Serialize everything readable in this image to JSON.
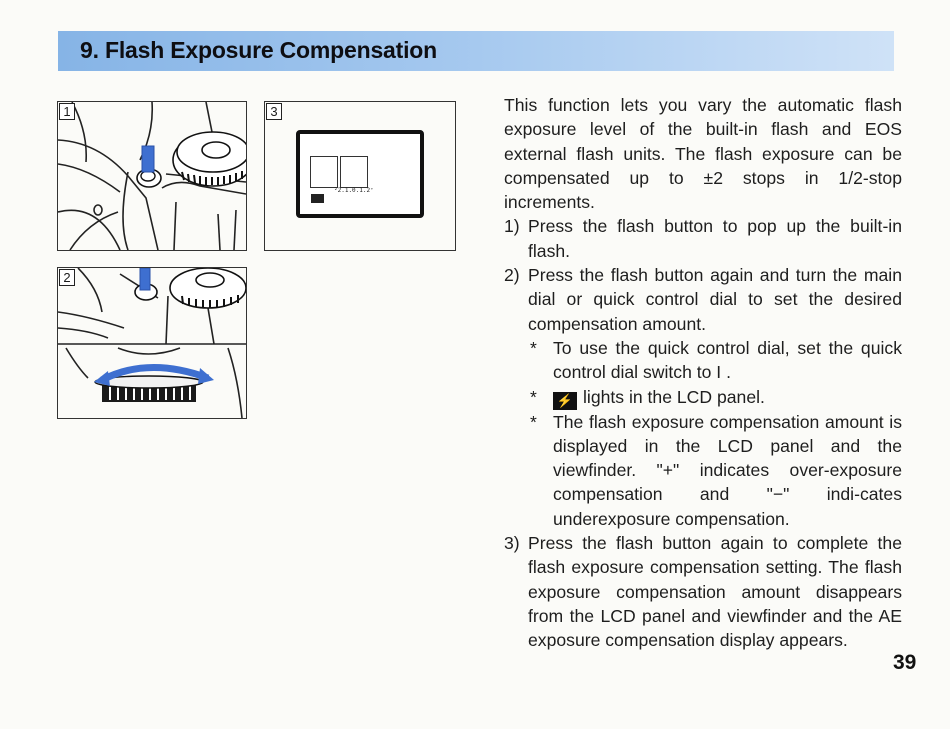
{
  "section_title": "9. Flash Exposure Compensation",
  "figures": {
    "fig1": "1",
    "fig2": "2",
    "fig3": "3",
    "lcd_scale": "²2.1.0.1.2⁺"
  },
  "intro": "This function lets you vary the automatic flash exposure level of the built-in flash and EOS external flash units. The flash exposure can be compensated up to ±2 stops in 1/2-stop increments.",
  "steps": [
    {
      "num": "1)",
      "text": "Press the flash button to pop up the built-in flash."
    },
    {
      "num": "2)",
      "text": "Press the flash button again and turn the main dial or quick control dial to set the desired compensation amount."
    },
    {
      "num": "3)",
      "text": "Press the flash button again to complete the flash exposure compensation setting. The flash exposure compensation amount disappears from the LCD panel and viewfinder and the AE exposure compensation display appears."
    }
  ],
  "notes": [
    {
      "ast": "*",
      "text": "To use the quick control dial, set the quick control dial switch to I ."
    },
    {
      "ast": "*",
      "text": "lights in the LCD panel."
    },
    {
      "ast": "*",
      "text": "The flash exposure compensation amount is displayed in the LCD panel and the viewfinder. \"+\" indicates over-exposure compensation and \"−\" indi-cates underexposure compensation."
    }
  ],
  "page_number": "39",
  "colors": {
    "title_bar": "#86b4e6",
    "highlight": "#3e6fd0"
  }
}
